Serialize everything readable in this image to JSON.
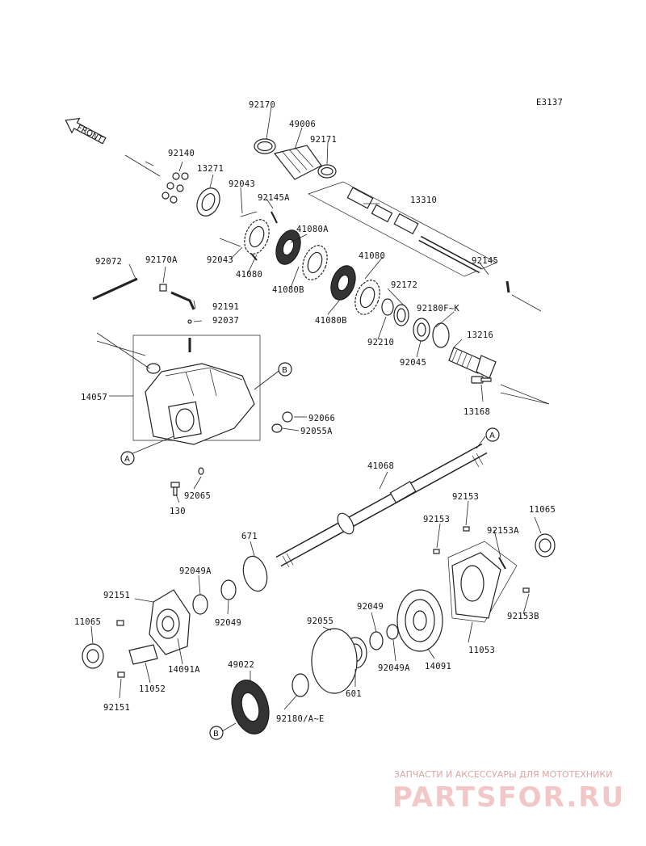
{
  "diagram_code": "E3137",
  "front_label": "FRONT",
  "watermark": {
    "line1": "ЗАПЧАСТИ И АКСЕССУАРЫ ДЛЯ МОТОТЕХНИКИ",
    "logo_text": "PARTSFOR.RU"
  },
  "refs": {
    "a": "A",
    "b": "B"
  },
  "part_numbers": {
    "p92170": "92170",
    "p49006": "49006",
    "p92171": "92171",
    "p92140": "92140",
    "p13271": "13271",
    "p92043a": "92043",
    "p92145a": "92145A",
    "p13310": "13310",
    "p41080a": "41080A",
    "p92043b": "92043",
    "p41080a2": "41080",
    "p41080b": "41080B",
    "p41080c": "41080",
    "p92072": "92072",
    "p92170a": "92170A",
    "p92145": "92145",
    "p92172": "92172",
    "p92191": "92191",
    "p41080b2": "41080B",
    "p92180f": "92180F~K",
    "p92037": "92037",
    "p13216": "13216",
    "p92210": "92210",
    "p92045": "92045",
    "p14057": "14057",
    "p13168": "13168",
    "p92066": "92066",
    "p92055a": "92055A",
    "p41068": "41068",
    "p92065": "92065",
    "p130": "130",
    "p92153": "92153",
    "p11065a": "11065",
    "p92153b": "92153",
    "p92153a": "92153A",
    "p671": "671",
    "p92049a": "92049A",
    "p92151a": "92151",
    "p92049": "92049",
    "p92153bb": "92153B",
    "p11065b": "11065",
    "p92055": "92055",
    "p92049c": "92049",
    "p11053": "11053",
    "p14091a": "14091A",
    "p92049ac": "92049A",
    "p14091": "14091",
    "p11052": "11052",
    "p49022": "49022",
    "p601": "601",
    "p92151b": "92151",
    "p92180ae": "92180/A~E"
  }
}
